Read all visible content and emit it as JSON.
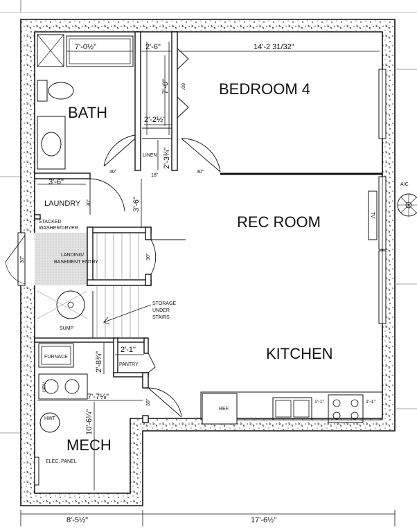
{
  "rooms": {
    "bedroom": "BEDROOM 4",
    "bath": "BATH",
    "rec_room": "REC ROOM",
    "kitchen": "KITCHEN",
    "mech": "MECH",
    "laundry": "LAUNDRY",
    "landing_line1": "LANDING/",
    "landing_line2": "BASEMENT ENTRY",
    "pantry": "PANTRY",
    "linen": "LINEN"
  },
  "labels": {
    "stacked_line1": "STACKED",
    "stacked_line2": "WASHER/DRYER",
    "storage_line1": "STORAGE",
    "storage_line2": "UNDER",
    "storage_line3": "STAIRS",
    "sump": "SUMP",
    "furnace": "FURNACE",
    "hrv": "HRV",
    "hwt": "HWT",
    "elec_panel": "ELEC. PANEL",
    "ref": "REF.",
    "tv": "TV",
    "ac": "A/C"
  },
  "dimensions": {
    "bath_tub_width": "7'-0½\"",
    "closet_width": "2'-6\"",
    "bedroom_width": "14'-2 31/32\"",
    "closet_depth": "7'-0\"",
    "closet_door": "60\"",
    "closet_inner": "2'-2½\"",
    "linen_depth": "2'-3¾\"",
    "door_30_a": "30\"",
    "door_30_b": "30\"",
    "door_30_c": "30\"",
    "door_30_d": "30\"",
    "door_30_e": "30\"",
    "door_30_f": "30\"",
    "door_18": "18\"",
    "laundry_width": "3'-6\"",
    "hall_width": "3'-6\"",
    "pantry_width": "2'-1\"",
    "pantry_depth": "2'-8¾\"",
    "mech_width": "7'-7⅛\"",
    "mech_depth": "10'-6¼\"",
    "counter_gap_a": "1'-1\"",
    "counter_gap_b": "1'-1\"",
    "overall_left": "8'-5½\"",
    "overall_right": "17'-6½\""
  }
}
